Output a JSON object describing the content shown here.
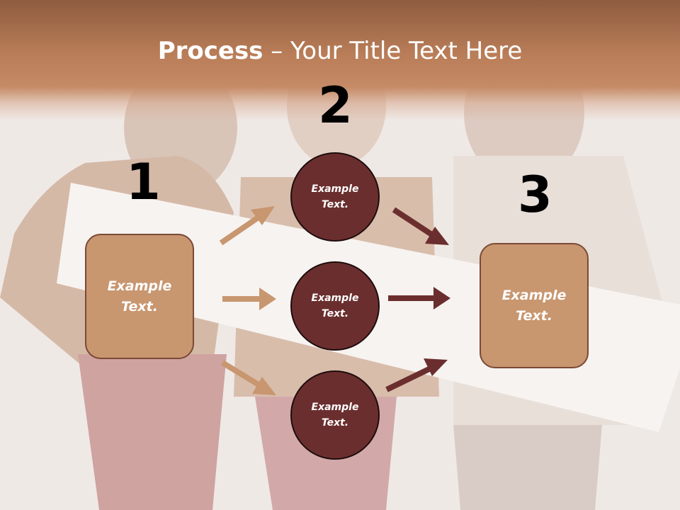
{
  "slide": {
    "title_bold": "Process",
    "title_rest": " – Your Title Text Here"
  },
  "steps": [
    {
      "number": "1",
      "text": "Example\nText."
    },
    {
      "number": "2",
      "text": ""
    },
    {
      "number": "3",
      "text": "Example\nText."
    }
  ],
  "circles": [
    {
      "text": "Example\nText."
    },
    {
      "text": "Example\nText."
    },
    {
      "text": "Example\nText."
    }
  ],
  "colors": {
    "box_fill": "#c8966f",
    "circle_fill": "#6b2e2e",
    "arrow_light": "#c8966f",
    "arrow_dark": "#6b2e2e"
  }
}
